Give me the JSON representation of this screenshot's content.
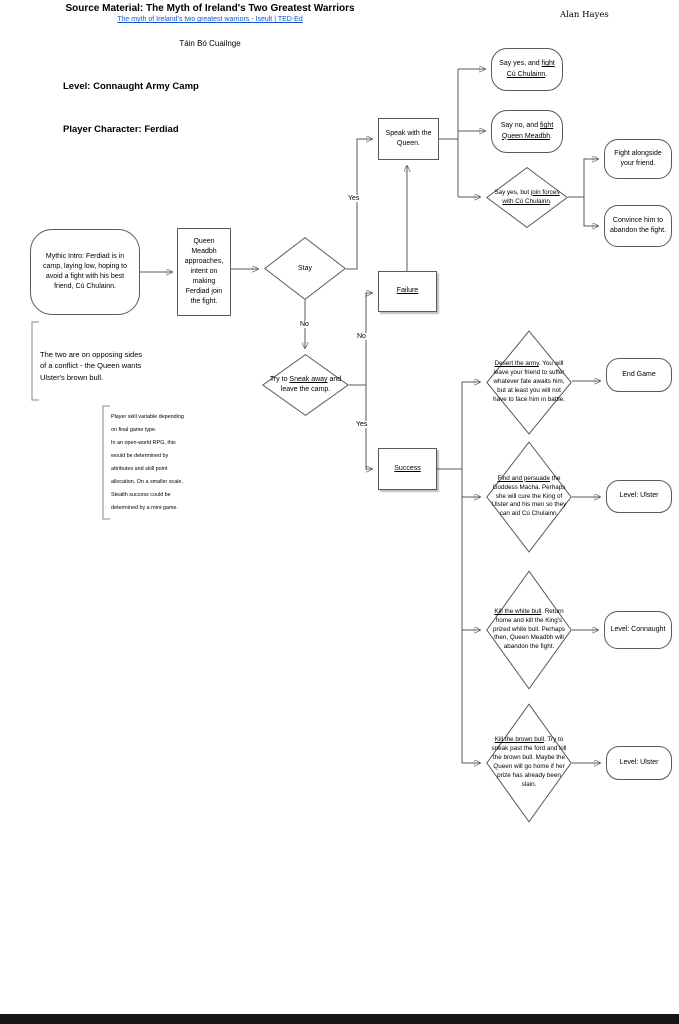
{
  "page": {
    "title": "Source Material: The Myth of Ireland's Two Greatest Warriors",
    "source_link": "The myth of Ireland's two greatest warriors - Iseult | TED-Ed",
    "author": "Alan Hayes",
    "subtitle": "Táin Bó Cuailnge",
    "level": "Level: Connaught Army Camp",
    "player": "Player Character: Ferdiad"
  },
  "notes": {
    "conflict": "The two are on opposing sides of a conflict - the Queen wants Ulster's brown bull.",
    "skill": "Player skill variable depending on final game type.\nIn an open-world RPG, this would be determined by attributes and skill point allocation.  On a smaller scale, Stealth success could be determined by a mini-game."
  },
  "nodes": {
    "intro": {
      "text": "Mythic Intro: Ferdiad is in camp, laying low, hoping to avoid a fight with his best friend, Cú Chulainn."
    },
    "queen_approach": {
      "text": "Queen Meadbh approaches, intent on making Ferdiad join the fight."
    },
    "stay": {
      "text": "Stay"
    },
    "speak_queen": {
      "text": "Speak with the Queen."
    },
    "say_yes_fight": {
      "pre": "Say yes, and ",
      "link": "fight Cú Chulainn",
      "post": "."
    },
    "say_no_fight": {
      "pre": "Say no, and ",
      "link": "fight Queen Meadbh",
      "post": "."
    },
    "join_forces": {
      "pre": "Say yes, but ",
      "link": "join forces with Cú Chulainn",
      "post": "."
    },
    "fight_alongside": {
      "text": "Fight alongside your friend."
    },
    "convince": {
      "text": "Convince him to abandon the fight."
    },
    "failure": {
      "link": "Failure"
    },
    "sneak": {
      "pre": "Try to ",
      "link": "Sneak away",
      "post": " and leave the camp."
    },
    "success": {
      "link": "Success"
    },
    "desert": {
      "link": "Desert the army",
      "post": ".  You will leave your friend to suffer whatever fate awaits him, but at least you will not have to face him in battle."
    },
    "end_game": {
      "text": "End Game"
    },
    "macha": {
      "link": "Find and persuade",
      "post": " the Goddess Macha.  Perhaps she will cure the King of Ulster and his men so they can aid Cú Chulainn."
    },
    "level_ulster_1": {
      "text": "Level: Ulster"
    },
    "white_bull": {
      "link": "Kill the white bull",
      "post": ".  Return home and kill the King's prized white bull.  Perhaps then, Queen Meadbh will abandon the fight."
    },
    "level_connaught": {
      "text": "Level: Connaught"
    },
    "brown_bull": {
      "link": "Kill the brown bull",
      "post": ".  Try to sneak past the ford and kill the brown bull.  Maybe the Queen will go home if her prize has already been slain."
    },
    "level_ulster_2": {
      "text": "Level: Ulster"
    }
  },
  "edge_labels": {
    "stay_yes": "Yes",
    "stay_no": "No",
    "sneak_no": "No",
    "sneak_yes": "Yes"
  },
  "colors": {
    "link_blue": "#1155cc",
    "shape_stroke": "#595959",
    "canvas_background": "#ffffff",
    "bottom_bar": "#151515"
  }
}
